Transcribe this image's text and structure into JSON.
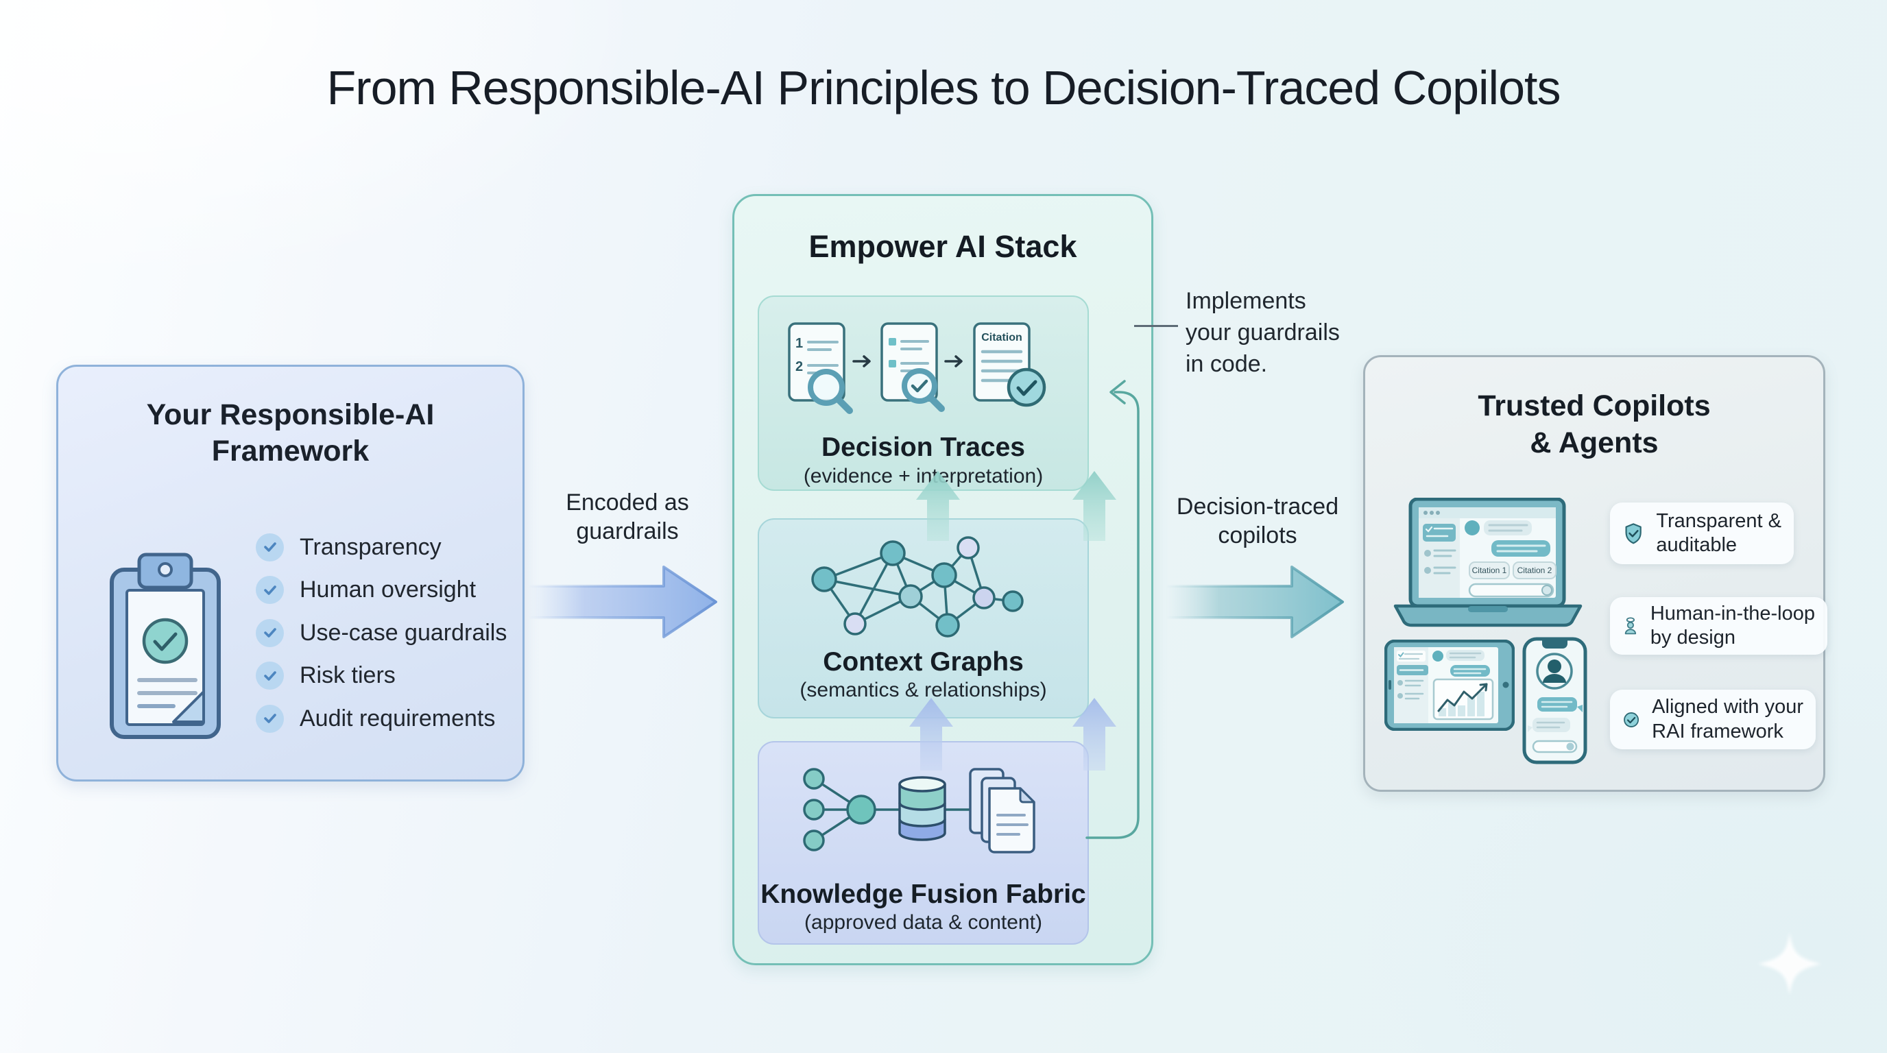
{
  "title": "From Responsible-AI Principles to Decision-Traced Copilots",
  "left_panel": {
    "title_line1": "Your Responsible-AI",
    "title_line2": "Framework",
    "items": [
      "Transparency",
      "Human oversight",
      "Use-case guardrails",
      "Risk tiers",
      "Audit requirements"
    ]
  },
  "flow": {
    "arrow_to_stack": {
      "line1": "Encoded as",
      "line2": "guardrails"
    },
    "arrow_to_copilots": {
      "line1": "Decision-traced",
      "line2": "copilots"
    },
    "annotation": {
      "line1": "Implements",
      "line2": "your guardrails",
      "line3": "in code."
    }
  },
  "stack": {
    "title": "Empower AI Stack",
    "doc_numbers": [
      "1",
      "2"
    ],
    "citation_doc_label": "Citation",
    "layers": [
      {
        "title": "Decision Traces",
        "subtitle": "(evidence + interpretation)"
      },
      {
        "title": "Context Graphs",
        "subtitle": "(semantics & relationships)"
      },
      {
        "title": "Knowledge Fusion Fabric",
        "subtitle": "(approved data & content)"
      }
    ]
  },
  "trusted": {
    "title_line1": "Trusted Copilots",
    "title_line2": "& Agents",
    "chips": [
      "Citation 1",
      "Citation 2"
    ],
    "badges": [
      {
        "icon": "shield-check-icon",
        "line1": "Transparent &",
        "line2": "auditable"
      },
      {
        "icon": "person-icon",
        "line1": "Human-in-the-loop",
        "line2": "by design"
      },
      {
        "icon": "circle-check-icon",
        "line1": "Aligned with your",
        "line2": "RAI framework"
      }
    ]
  },
  "colors": {
    "accent_blue": "#8fb2e8",
    "accent_teal": "#74bfb6",
    "panel_blue_border": "#8fb2da",
    "panel_gray_border": "#a4b3bb",
    "node_teal": "#72bfc8",
    "node_lavender": "#d9def3",
    "device_frame": "#7cb9c6",
    "dark_outline": "#2e6b7a"
  }
}
